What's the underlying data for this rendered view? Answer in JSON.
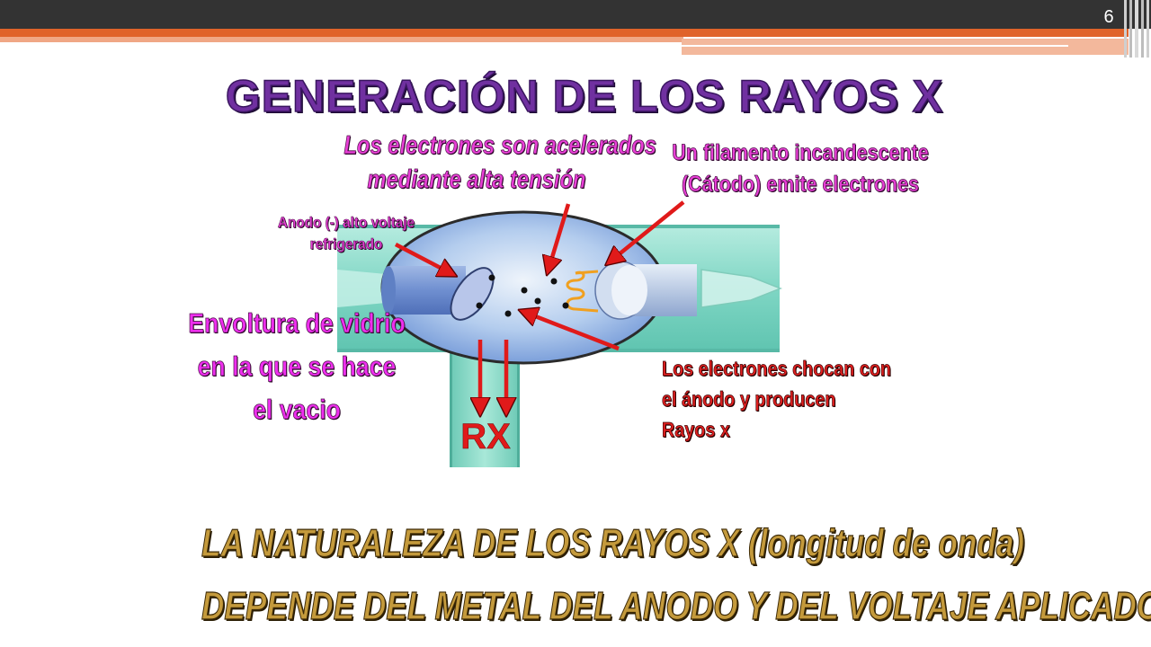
{
  "slide": {
    "page_number": "6"
  },
  "title": "GENERACIÓN  DE LOS RAYOS X",
  "labels": {
    "accelerated_line1": "Los electrones son acelerados",
    "accelerated_line2": "mediante alta tensión",
    "filament_line1": "Un filamento incandescente",
    "filament_line2": "(Cátodo) emite electrones",
    "anode_line1": "Anodo (-) alto voltaje",
    "anode_line2": "refrigerado",
    "glass_line1": "Envoltura de vidrio",
    "glass_line2": "en la que se hace",
    "glass_line3": "el vacio",
    "collision_line1": "Los electrones chocan con",
    "collision_line2": "el ánodo y producen",
    "collision_line3": "Rayos x",
    "rx": "RX"
  },
  "conclusion": {
    "line1": "LA NATURALEZA DE LOS RAYOS X (longitud de onda)",
    "line2": "DEPENDE DEL METAL DEL ANODO Y DEL VOLTAJE APLICADO"
  },
  "colors": {
    "title": "#7030a0",
    "labels_magenta": "#e83fd6",
    "arrows_red": "#e01a1a",
    "conclusion_gold": "#c49a3c",
    "tube_teal": "#8fe0d0",
    "bulb_blue": "#a8c8ee",
    "header_orange": "#e0632a"
  }
}
